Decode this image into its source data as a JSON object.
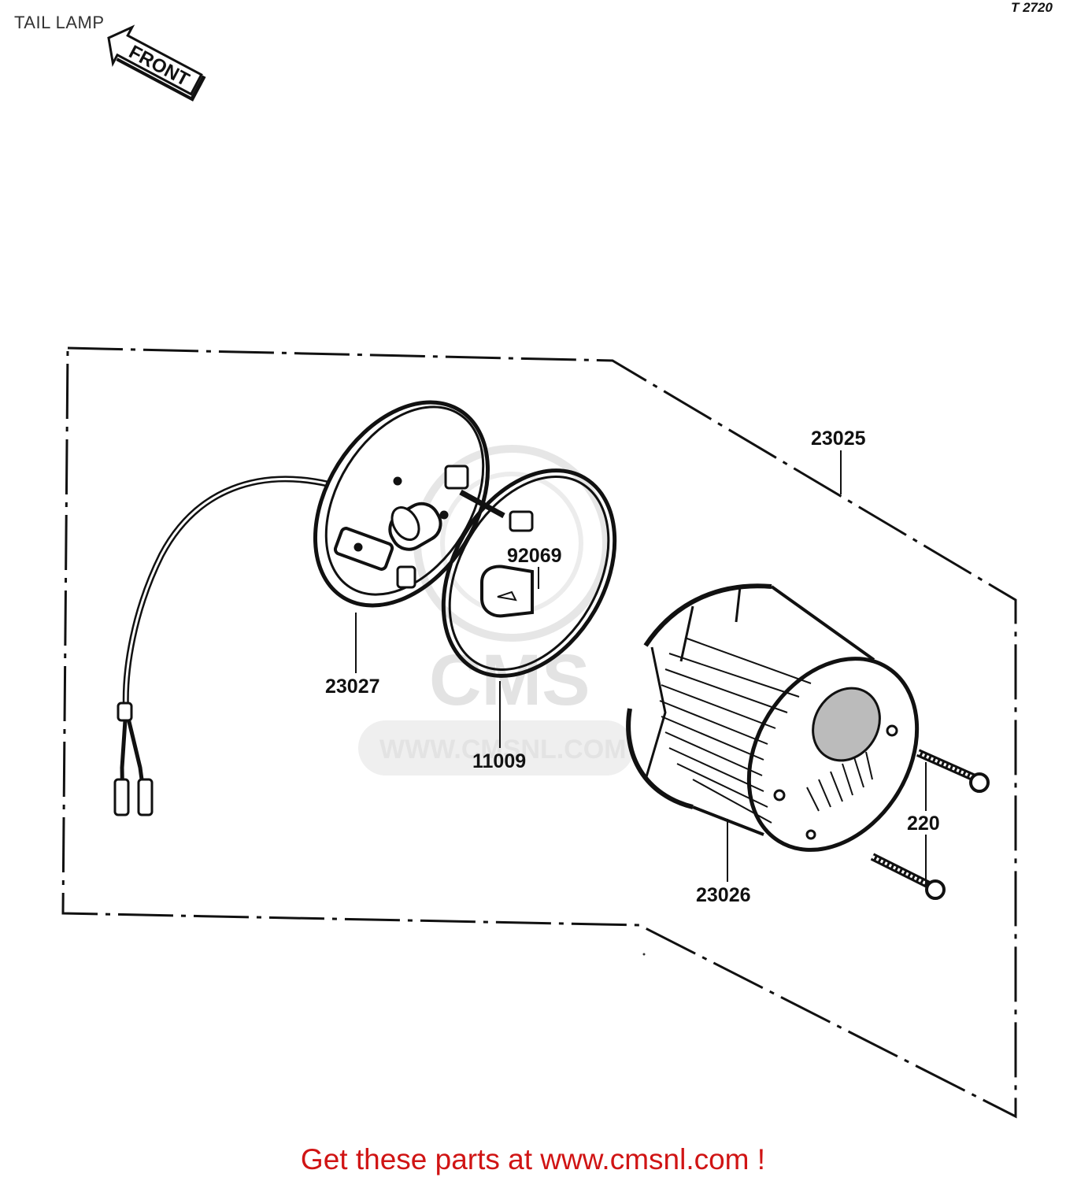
{
  "page": {
    "title": "TAIL LAMP",
    "diagram_ref": "T 2720",
    "footer": "Get these parts at www.cmsnl.com !"
  },
  "front_arrow": {
    "label": "FRONT",
    "icon": "front-direction-arrow-icon"
  },
  "watermark": {
    "logo_text": "CMS",
    "url_text": "WWW.CMSNL.COM"
  },
  "callouts": {
    "c23025": "23025",
    "c92069": "92069",
    "c23027": "23027",
    "c11009": "11009",
    "c220": "220",
    "c23026": "23026"
  },
  "colors": {
    "line": "#111111",
    "footer": "#d01414",
    "watermark": "#e3e3e3"
  }
}
